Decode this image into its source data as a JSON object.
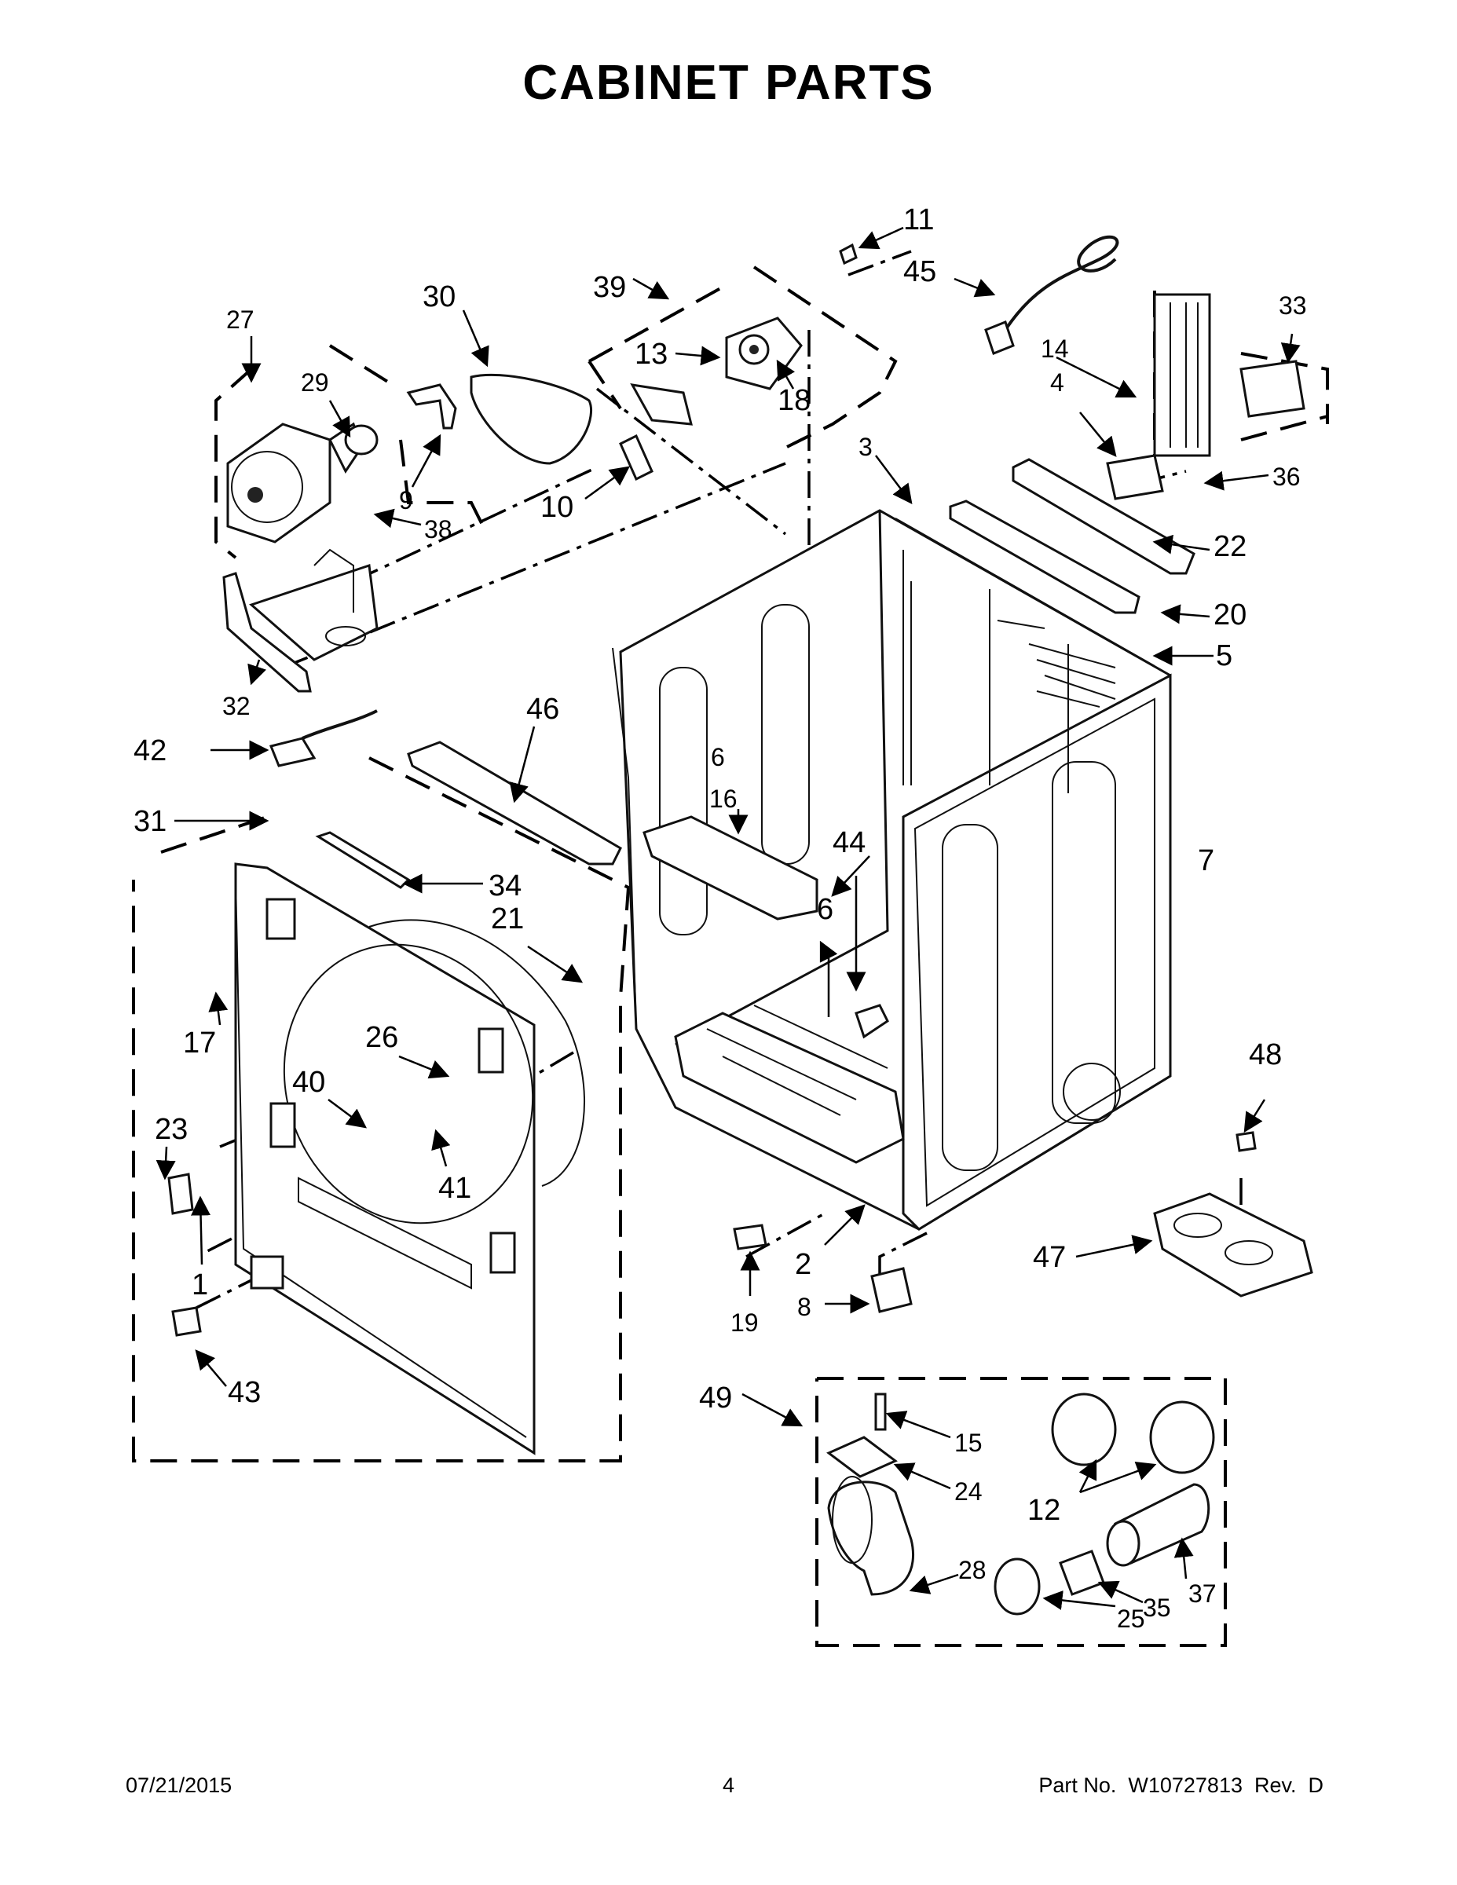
{
  "page": {
    "title": "CABINET PARTS",
    "footer": {
      "date": "07/21/2015",
      "page_number": "4",
      "part_number": "Part No.  W10727813  Rev.  D"
    }
  },
  "callouts": {
    "c1": "1",
    "c2": "2",
    "c3": "3",
    "c4": "4",
    "c5": "5",
    "c6a": "6",
    "c6b": "6",
    "c7": "7",
    "c8": "8",
    "c9": "9",
    "c10": "10",
    "c11": "11",
    "c12": "12",
    "c13": "13",
    "c14": "14",
    "c15": "15",
    "c16": "16",
    "c17": "17",
    "c18": "18",
    "c19": "19",
    "c20": "20",
    "c21": "21",
    "c22": "22",
    "c23": "23",
    "c24": "24",
    "c25": "25",
    "c26": "26",
    "c27": "27",
    "c28": "28",
    "c29": "29",
    "c30": "30",
    "c31": "31",
    "c32": "32",
    "c33": "33",
    "c34": "34",
    "c35": "35",
    "c36": "36",
    "c37": "37",
    "c38": "38",
    "c39": "39",
    "c40": "40",
    "c41": "41",
    "c42": "42",
    "c43": "43",
    "c44": "44",
    "c45": "45",
    "c46": "46",
    "c47": "47",
    "c48": "48",
    "c49": "49"
  }
}
